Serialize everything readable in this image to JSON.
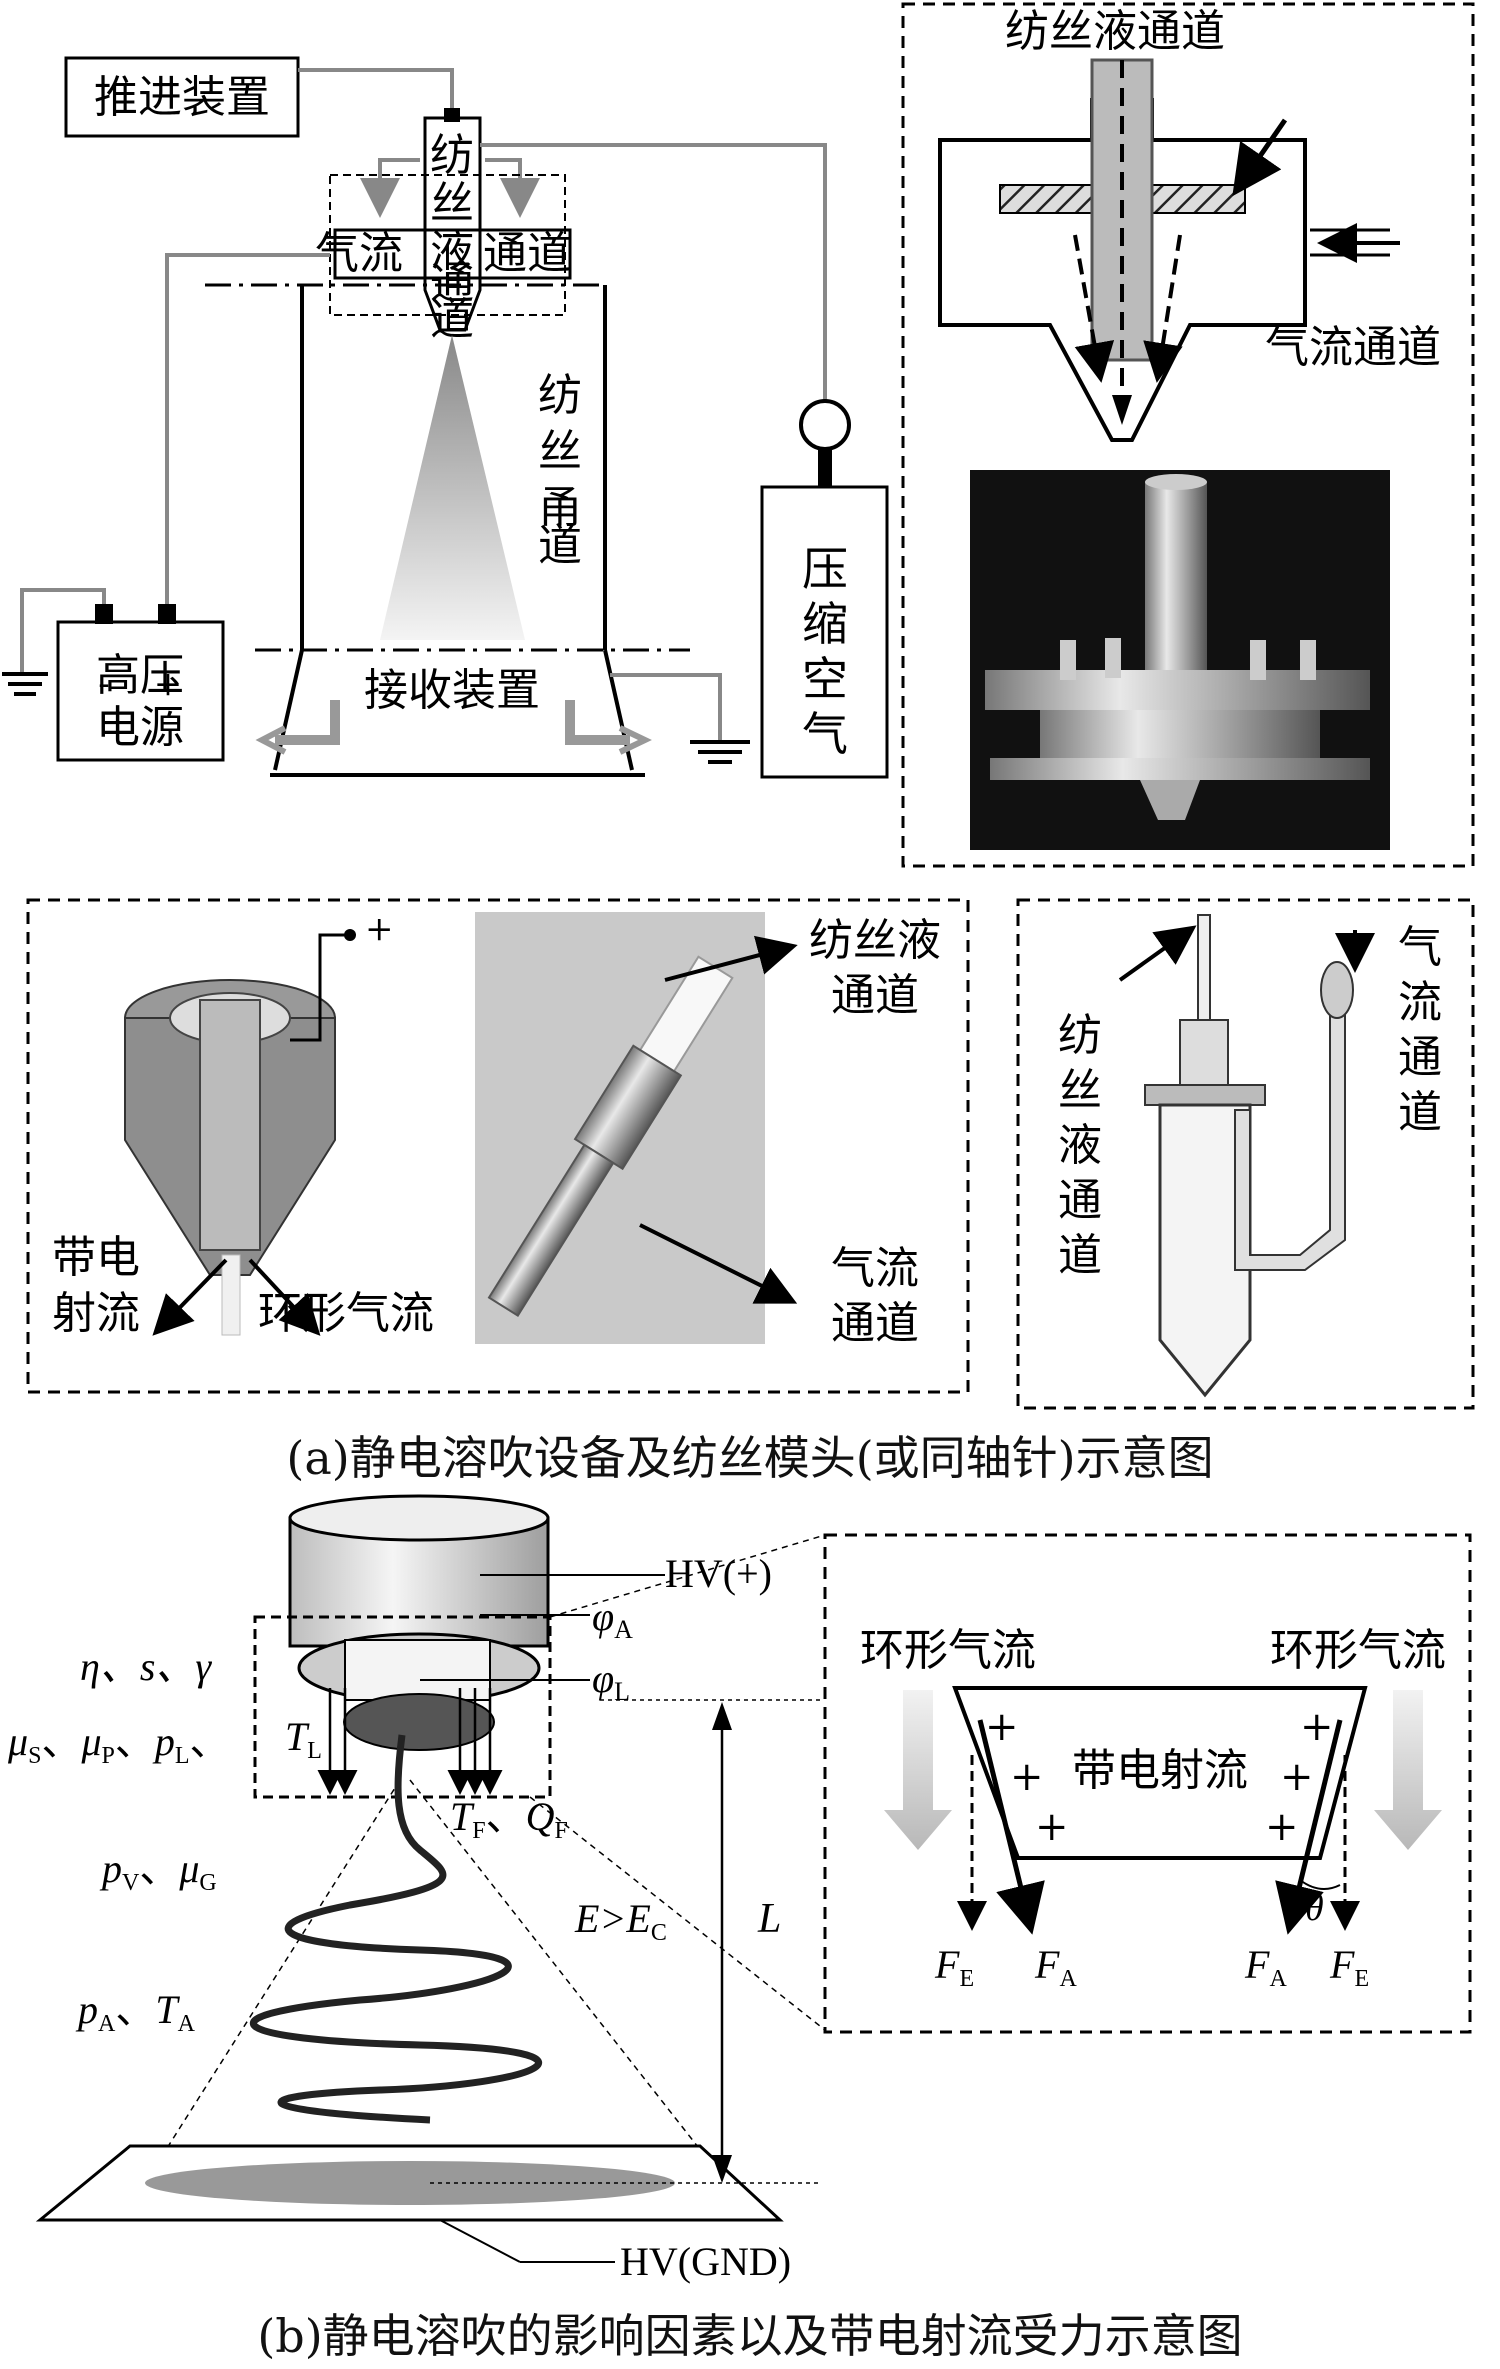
{
  "panel_a": {
    "caption": "(a)静电溶吹设备及纺丝模头(或同轴针)示意图",
    "setup": {
      "pusher": "推进装置",
      "spin_channel": "纺丝液通道",
      "air_channel_left": "气流",
      "air_channel_right": "通道",
      "spin_corridor": "纺丝甬道",
      "hv_supply_1": "高压",
      "hv_supply_2": "电源",
      "collector": "接收装置",
      "compressed_air": "压缩空气",
      "minus": "-",
      "plus": "+"
    },
    "die_inset": {
      "spin_channel": "纺丝液通道",
      "air_channel": "气流通道"
    },
    "coaxial_inset": {
      "plus": "+",
      "charged_jet_1": "带电",
      "charged_jet_2": "射流",
      "annular_air": "环形气流",
      "spin_channel_1": "纺丝液",
      "spin_channel_2": "通道",
      "air_channel_1": "气流",
      "air_channel_2": "通道"
    },
    "needle_inset": {
      "spin_channel": "纺丝液通道",
      "air_channel": "气流通道"
    }
  },
  "panel_b": {
    "caption": "(b)静电溶吹的影响因素以及带电射流受力示意图",
    "hv_plus": "HV(+)",
    "hv_gnd": "HV(GND)",
    "phi": "φ",
    "phi_a_sub": "A",
    "phi_l_sub": "L",
    "material_params": "η、s、γ",
    "mu": "μ",
    "mu_s_sub": "S",
    "mu_p_sub": "P",
    "p": "p",
    "p_l_sub": "L",
    "t": "T",
    "t_l_sub": "L",
    "t_f_sub": "F",
    "q": "Q",
    "q_f_sub": "F",
    "p_v_sub": "V",
    "mu_g_sub": "G",
    "p_a_sub": "A",
    "t_a_sub": "A",
    "e_cond": "E>E",
    "e_cond_sub": "C",
    "length": "L",
    "sep": "、",
    "force_box": {
      "annular_air_left": "环形气流",
      "annular_air_right": "环形气流",
      "charged_jet": "带电射流",
      "plus": "+",
      "theta": "θ",
      "f": "F",
      "f_e_sub": "E",
      "f_a_sub": "A"
    }
  }
}
